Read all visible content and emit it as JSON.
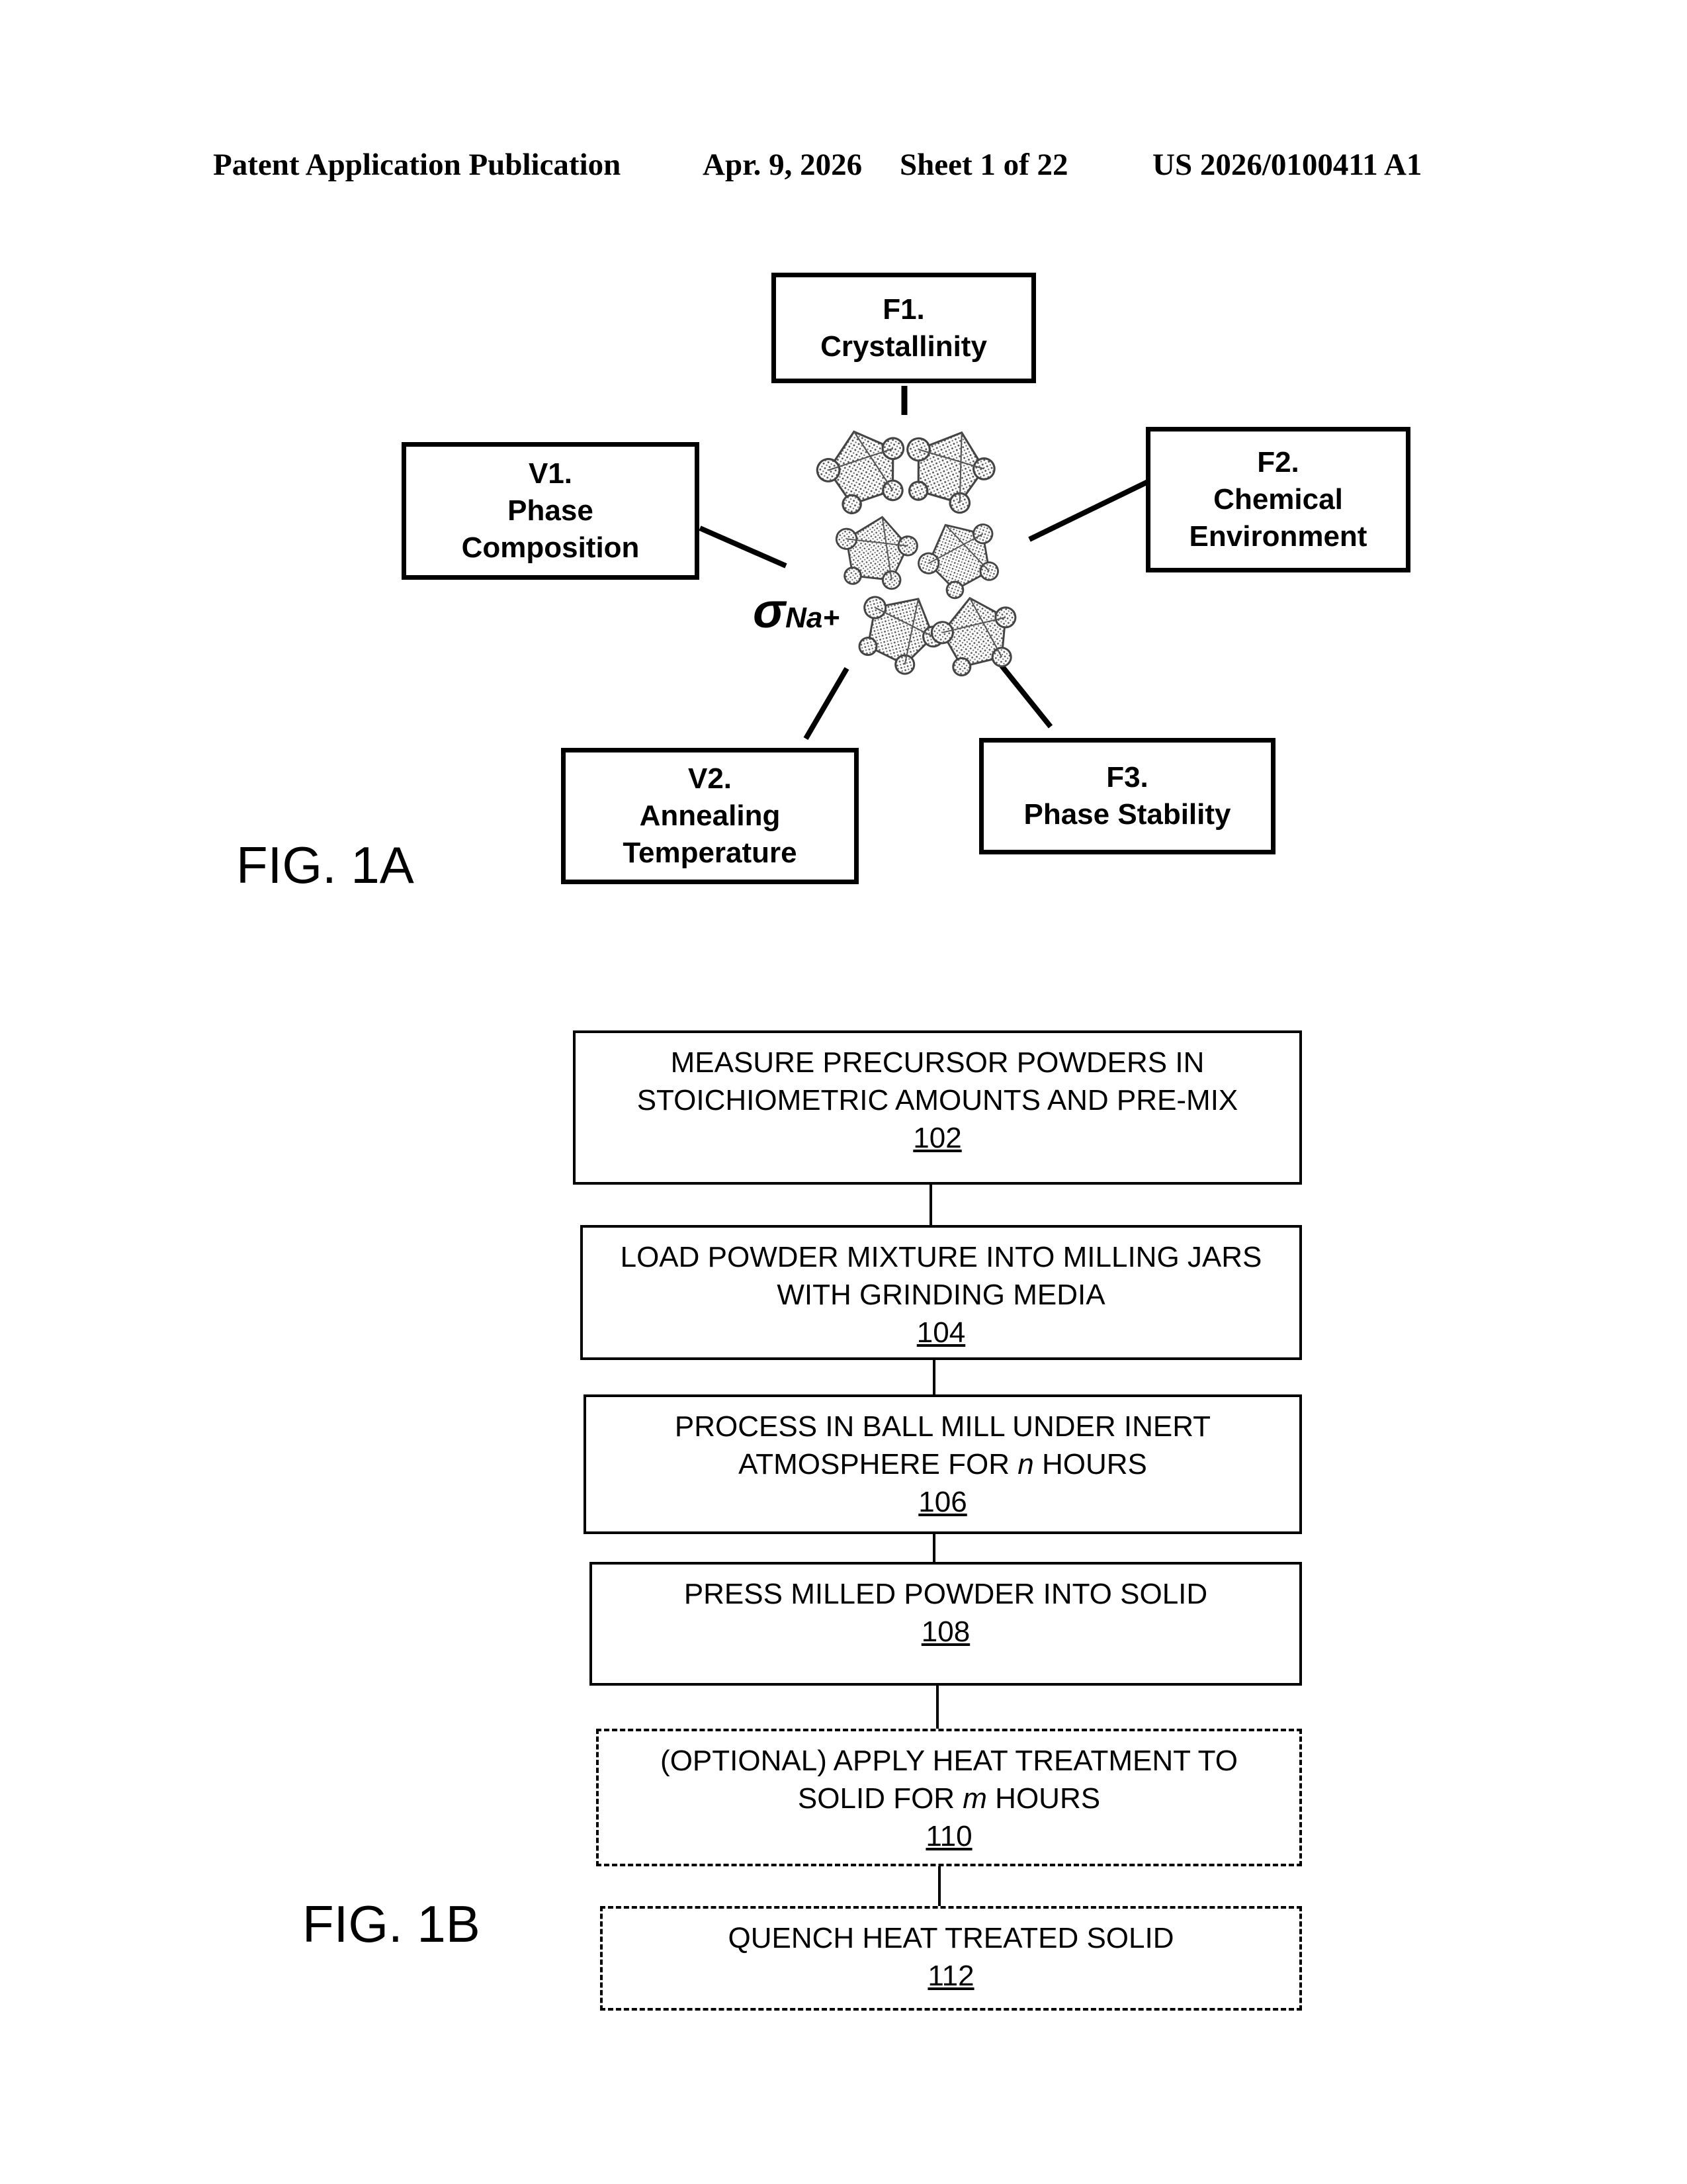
{
  "header": {
    "publication": "Patent Application Publication",
    "date": "Apr. 9, 2026",
    "sheet": "Sheet 1 of 22",
    "number": "US 2026/0100411 A1"
  },
  "fig1a": {
    "label": "FIG. 1A",
    "center": {
      "symbol": "σ",
      "subscript": "Na+"
    },
    "boxes": [
      {
        "id": "F1.",
        "lines": [
          "Crystallinity"
        ]
      },
      {
        "id": "F2.",
        "lines": [
          "Chemical",
          "Environment"
        ]
      },
      {
        "id": "F3.",
        "lines": [
          "Phase Stability"
        ]
      },
      {
        "id": "V1.",
        "lines": [
          "Phase",
          "Composition"
        ]
      },
      {
        "id": "V2.",
        "lines": [
          "Annealing",
          "Temperature"
        ]
      }
    ]
  },
  "fig1b": {
    "label": "FIG. 1B",
    "steps": [
      {
        "line1": "MEASURE PRECURSOR POWDERS IN",
        "line2": "STOICHIOMETRIC AMOUNTS AND PRE-MIX",
        "num": "102"
      },
      {
        "line1": "LOAD POWDER MIXTURE INTO MILLING JARS",
        "line2": "WITH GRINDING MEDIA",
        "num": "104"
      },
      {
        "line1": "PROCESS IN BALL MILL UNDER INERT",
        "line2_pre": "ATMOSPHERE FOR ",
        "line2_var": "n",
        "line2_post": " HOURS",
        "num": "106"
      },
      {
        "line1": "PRESS MILLED POWDER INTO SOLID",
        "num": "108"
      },
      {
        "line1": "(OPTIONAL) APPLY HEAT TREATMENT TO",
        "line2_pre": "SOLID FOR ",
        "line2_var": "m",
        "line2_post": " HOURS",
        "num": "110"
      },
      {
        "line1": "QUENCH HEAT TREATED SOLID",
        "num": "112"
      }
    ]
  }
}
